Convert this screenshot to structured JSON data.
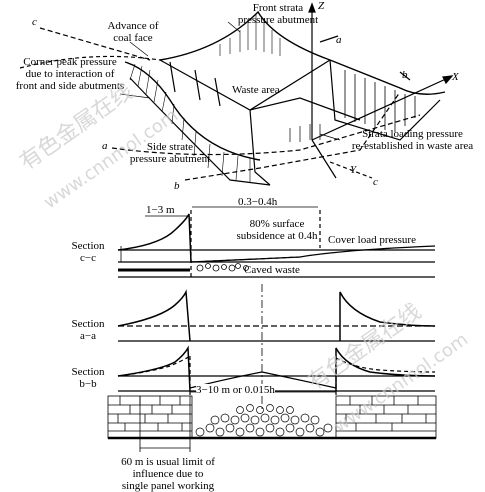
{
  "labels": {
    "front_abutment": "Front strata\npressure abutment",
    "advance": "Advance of\ncoal face",
    "corner_peak": "Corner peak pressure\ndue to interaction of\nfront and side abutments",
    "waste_area": "Waste area",
    "strata_loading": "Strata loading pressure\nre-established in waste area",
    "side_abutment": "Side strate\npressure abutment",
    "axis_z": "Z",
    "axis_x": "X",
    "axis_y": "Y",
    "a_top": "a",
    "b_top": "b",
    "c_top": "c",
    "a_left": "a",
    "b_bottom": "b",
    "c_bottom": "c",
    "dim_1_3m": "1−3 m",
    "dim_0304h": "0.3−0.4h",
    "subsidence": "80% surface\nsubsidence at 0.4h",
    "cover_load": "Cover load pressure",
    "caved_waste": "Caved waste",
    "section_cc": "Section\nc−c",
    "section_aa": "Section\na−a",
    "section_bb": "Section\nb−b",
    "dim_3_10m": "3−10 m or 0.015h",
    "limit_note": "60 m is usual limit of\ninfluence due to\nsingle panel working"
  },
  "watermarks": [
    "有色金属在线",
    "www.cnnmol.com",
    "有色金属在线",
    "www.cnnmol.com"
  ]
}
